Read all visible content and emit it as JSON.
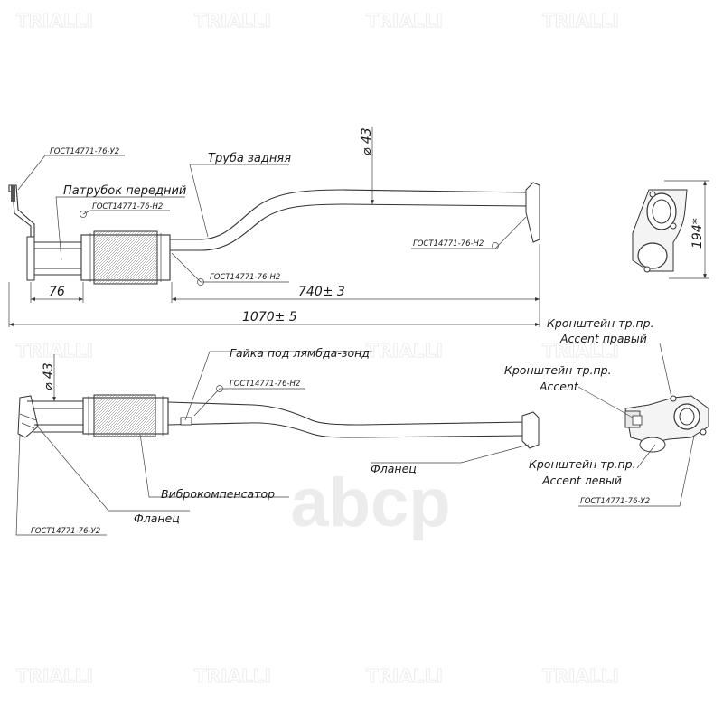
{
  "watermark": {
    "brand": "TRIALLI",
    "logo": "abcp"
  },
  "top_view": {
    "gost_flange_front": "ГОСТ14771-76-У2",
    "label_front_pipe": "Патрубок передний",
    "gost_front_pipe": "ГОСТ14771-76-Н2",
    "label_rear_pipe": "Труба задняя",
    "gost_middle": "ГОСТ14771-76-Н2",
    "gost_rear_flange": "ГОСТ14771-76-Н2",
    "diameter": "⌀ 43",
    "dim_76": "76",
    "dim_740": "740± 3",
    "dim_1070": "1070± 5",
    "dim_194": "194*"
  },
  "bottom_view": {
    "diameter": "⌀ 43",
    "label_lambda_nut": "Гайка под лямбда-зонд",
    "gost_lambda": "ГОСТ14771-76-Н2",
    "label_flange_rear": "Фланец",
    "label_compensator": "Виброкомпенсатор",
    "label_flange_front": "Фланец",
    "gost_front_flange": "ГОСТ14771-76-У2"
  },
  "side_view": {
    "bracket_right_l1": "Кронштейн тр.пр.",
    "bracket_right_l2": "Accent правый",
    "bracket_l1": "Кронштейн тр.пр.",
    "bracket_l2": "Accent",
    "bracket_left_l1": "Кронштейн тр.пр.",
    "bracket_left_l2": "Accent левый",
    "gost": "ГОСТ14771-76-У2"
  }
}
